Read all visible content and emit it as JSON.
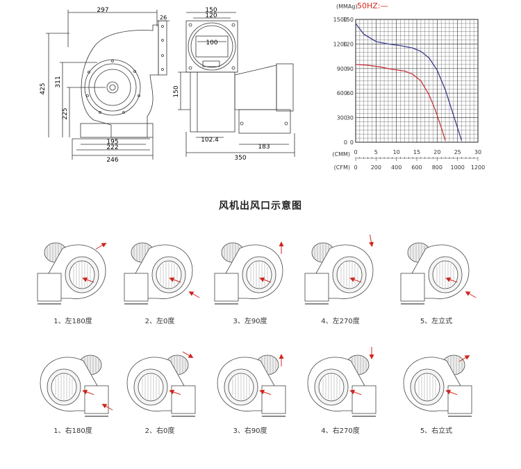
{
  "drawing_left": {
    "dims": {
      "top_width": "297",
      "flange": "26",
      "height_total": "425",
      "height_mid": "311",
      "height_low": "225",
      "base_195": "195",
      "base_222": "222",
      "base_246": "246"
    }
  },
  "drawing_right": {
    "dims": {
      "w150": "150",
      "w120": "120",
      "w100": "100",
      "h150": "150",
      "w102": "102.4",
      "w183": "183",
      "w350": "350"
    }
  },
  "accent_color": "#d0241c",
  "curve_colors": {
    "curve_50hz_upper": "#3a3a8a",
    "curve_50hz_lower": "#c8323a"
  },
  "chart_data": {
    "type": "line",
    "title": "50HZ:—",
    "y_left_unit": "(MMAg)",
    "x_units": [
      "(CMM)",
      "(CFM)"
    ],
    "y_left_ticks": [
      "1500",
      "1200",
      "900",
      "600",
      "300",
      "0"
    ],
    "y_right_ticks": [
      "150",
      "120",
      "90",
      "60",
      "30",
      "0"
    ],
    "x_cmm_ticks": [
      "0",
      "5",
      "10",
      "15",
      "20",
      "25",
      "30"
    ],
    "x_cfm_ticks": [
      "0",
      "200",
      "400",
      "600",
      "800",
      "1000",
      "1200"
    ],
    "xlim": [
      0,
      30
    ],
    "ylim": [
      0,
      150
    ],
    "grid": true,
    "series": [
      {
        "x": [
          0,
          2,
          5,
          8,
          11,
          14,
          16,
          18,
          20,
          22,
          24,
          26
        ],
        "y": [
          145,
          132,
          123,
          120,
          118,
          115,
          111,
          103,
          88,
          64,
          33,
          2
        ]
      },
      {
        "x": [
          0,
          3,
          6,
          9,
          12,
          14,
          16,
          18,
          19.5,
          21,
          22
        ],
        "y": [
          95,
          94,
          92,
          89,
          87,
          83,
          75,
          58,
          40,
          18,
          2
        ]
      }
    ]
  },
  "section_title": "风机出风口示意图",
  "outlets_top": [
    {
      "label": "1、左180度"
    },
    {
      "label": "2、左0度"
    },
    {
      "label": "3、左90度"
    },
    {
      "label": "4、左270度"
    },
    {
      "label": "5、左立式"
    }
  ],
  "outlets_bottom": [
    {
      "label": "1、右180度"
    },
    {
      "label": "2、右0度"
    },
    {
      "label": "3、右90度"
    },
    {
      "label": "4、右270度"
    },
    {
      "label": "5、右立式"
    }
  ]
}
